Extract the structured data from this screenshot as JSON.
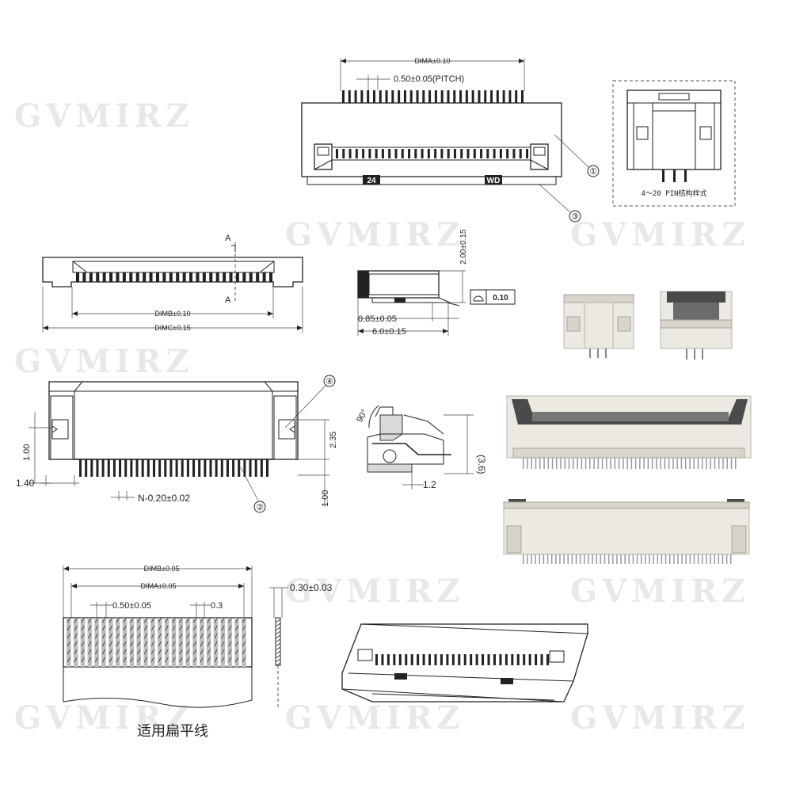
{
  "watermark": "GVMIRZ",
  "top_view": {
    "dim_a": "DIMA±0.10",
    "pitch": "0.50±0.05(PITCH)",
    "marking_left": "24",
    "marking_right": "WD",
    "callout_1": "①",
    "callout_3": "③"
  },
  "inset": {
    "caption": "4～20 PIN结构样式"
  },
  "front_view": {
    "section_mark": "A",
    "dim_b": "DIMB±0.10",
    "dim_c": "DIMC±0.15"
  },
  "side_view": {
    "height": "2.00±0.15",
    "dim_085": "0.85±0.05",
    "dim_60": "6.0±0.15",
    "flatness_value": "0.10"
  },
  "bottom_view": {
    "callout_4": "④",
    "callout_2": "②",
    "dim_100_left": "1.00",
    "dim_140": "1.40",
    "dim_235": "2.35",
    "dim_100_right": "1.00",
    "pin_width": "N-0.20±0.02"
  },
  "section_view": {
    "angle": "90°",
    "height": "(3.6)",
    "dim_12": "1.2"
  },
  "cable": {
    "dim_b": "DIMB±0.05",
    "dim_a": "DIMA±0.05",
    "pitch": "0.50±0.05",
    "conductor": "0.3",
    "thickness": "0.30±0.03",
    "caption": "适用扁平线"
  }
}
